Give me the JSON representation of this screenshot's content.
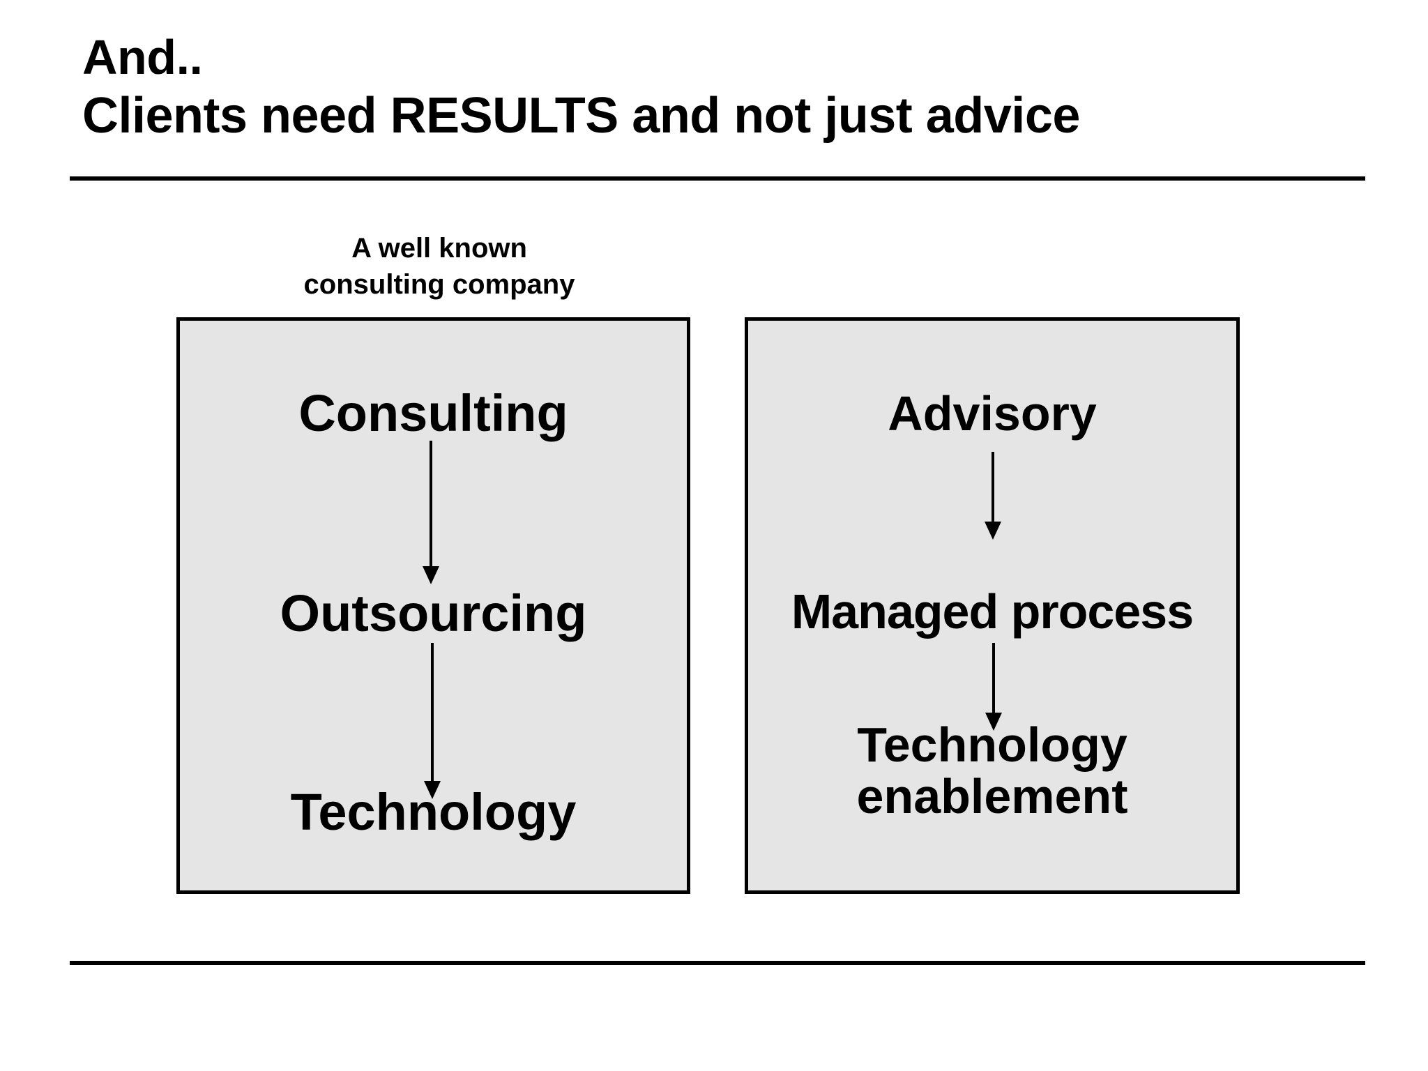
{
  "slide": {
    "title_line_1": "And..",
    "title_line_2": "Clients need RESULTS and not just advice",
    "caption_line_1": "A well known",
    "caption_line_2": "consulting company",
    "colors": {
      "panel_fill": "#e5e5e5",
      "panel_border": "#000000",
      "text": "#000000",
      "background": "#ffffff",
      "rule": "#000000"
    },
    "panels": [
      {
        "id": "left",
        "caption": "A well known consulting company",
        "items": [
          {
            "label": "Consulting"
          },
          {
            "label": "Outsourcing"
          },
          {
            "label": "Technology"
          }
        ],
        "arrows": [
          {
            "from": "Consulting",
            "to": "Outsourcing",
            "direction": "down"
          },
          {
            "from": "Outsourcing",
            "to": "Technology",
            "direction": "down"
          }
        ]
      },
      {
        "id": "right",
        "items": [
          {
            "label": "Advisory"
          },
          {
            "label": "Managed process"
          },
          {
            "label": "Technology enablement",
            "line_1": "Technology",
            "line_2": "enablement"
          }
        ],
        "arrows": [
          {
            "from": "Advisory",
            "to": "Managed process",
            "direction": "down"
          },
          {
            "from": "Managed process",
            "to": "Technology enablement",
            "direction": "down"
          }
        ]
      }
    ]
  }
}
